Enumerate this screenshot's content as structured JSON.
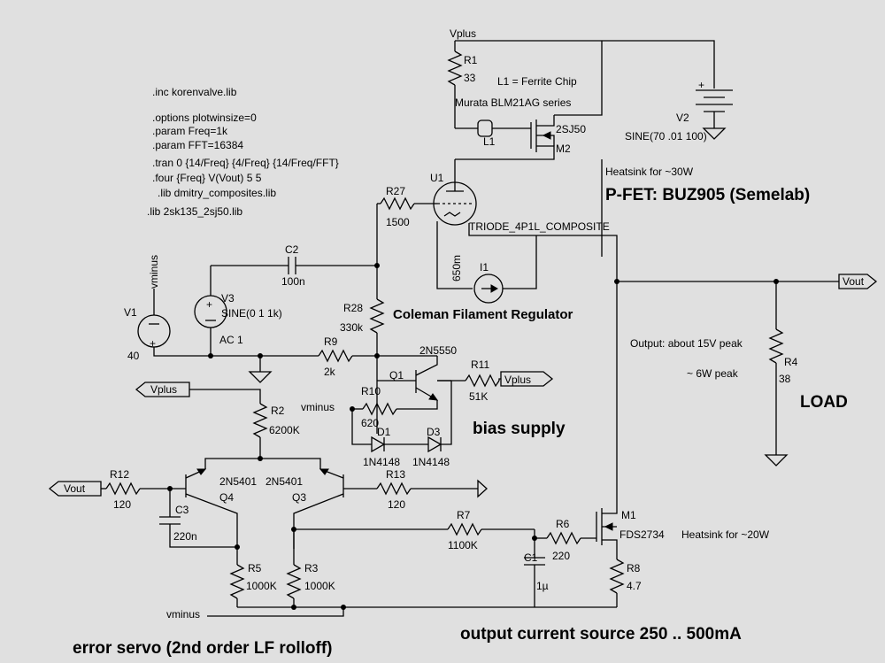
{
  "directives": [
    ".inc korenvalve.lib",
    ".options plotwinsize=0",
    ".param Freq=1k",
    ".param FFT=16384",
    ".tran 0 {14/Freq} {4/Freq} {14/Freq/FFT}",
    ".four {Freq} V(Vout) 5 5",
    ".lib dmitry_composites.lib",
    ".lib 2sk135_2sj50.lib"
  ],
  "nets": {
    "vplus": "Vplus",
    "vminus": "vminus",
    "vout": "Vout"
  },
  "components": {
    "R1": {
      "ref": "R1",
      "value": "33"
    },
    "L1": {
      "ref": "L1"
    },
    "L1_note1": "L1 = Ferrite Chip",
    "L1_note2": "Murata BLM21AG series",
    "M2": {
      "ref": "M2",
      "value": "2SJ50"
    },
    "V2": {
      "ref": "V2",
      "value": "SINE(70 .01 100)"
    },
    "U1": {
      "ref": "U1",
      "value": "TRIODE_4P1L_COMPOSITE"
    },
    "R27": {
      "ref": "R27",
      "value": "1500"
    },
    "C2": {
      "ref": "C2",
      "value": "100n"
    },
    "I1": {
      "ref": "I1",
      "value": "650m"
    },
    "V1": {
      "ref": "V1",
      "value": "40"
    },
    "V3": {
      "ref": "V3",
      "value": "SINE(0 1 1k)",
      "ac": "AC 1"
    },
    "R28": {
      "ref": "R28",
      "value": "330k"
    },
    "R9": {
      "ref": "R9",
      "value": "2k"
    },
    "Q1": {
      "ref": "Q1",
      "value": "2N5550"
    },
    "R11": {
      "ref": "R11",
      "value": "51K"
    },
    "R10": {
      "ref": "R10",
      "value": "620"
    },
    "D1": {
      "ref": "D1",
      "value": "1N4148"
    },
    "D3": {
      "ref": "D3",
      "value": "1N4148"
    },
    "R2": {
      "ref": "R2",
      "value": "6200K"
    },
    "Q4": {
      "ref": "Q4",
      "value": "2N5401"
    },
    "Q3": {
      "ref": "Q3",
      "value": "2N5401"
    },
    "R12": {
      "ref": "R12",
      "value": "120"
    },
    "C3": {
      "ref": "C3",
      "value": "220n"
    },
    "R13": {
      "ref": "R13",
      "value": "120"
    },
    "R5": {
      "ref": "R5",
      "value": "1000K"
    },
    "R3": {
      "ref": "R3",
      "value": "1000K"
    },
    "R7": {
      "ref": "R7",
      "value": "1100K"
    },
    "R6": {
      "ref": "R6",
      "value": "220"
    },
    "C1": {
      "ref": "C1",
      "value": "1µ"
    },
    "M1": {
      "ref": "M1",
      "value": "FDS2734"
    },
    "R8": {
      "ref": "R8",
      "value": "4.7"
    },
    "R4": {
      "ref": "R4",
      "value": "38"
    }
  },
  "annotations": {
    "heatsink_m2": "Heatsink for ~30W",
    "pfet": "P-FET: BUZ905 (Semelab)",
    "filament": "Coleman Filament Regulator",
    "output_peak": "Output: about 15V peak",
    "power_peak": "~ 6W peak",
    "load": "LOAD",
    "bias": "bias supply",
    "heatsink_m1": "Heatsink for ~20W",
    "error_servo": "error servo (2nd order LF rolloff)",
    "current_source": "output current source  250 .. 500mA"
  }
}
